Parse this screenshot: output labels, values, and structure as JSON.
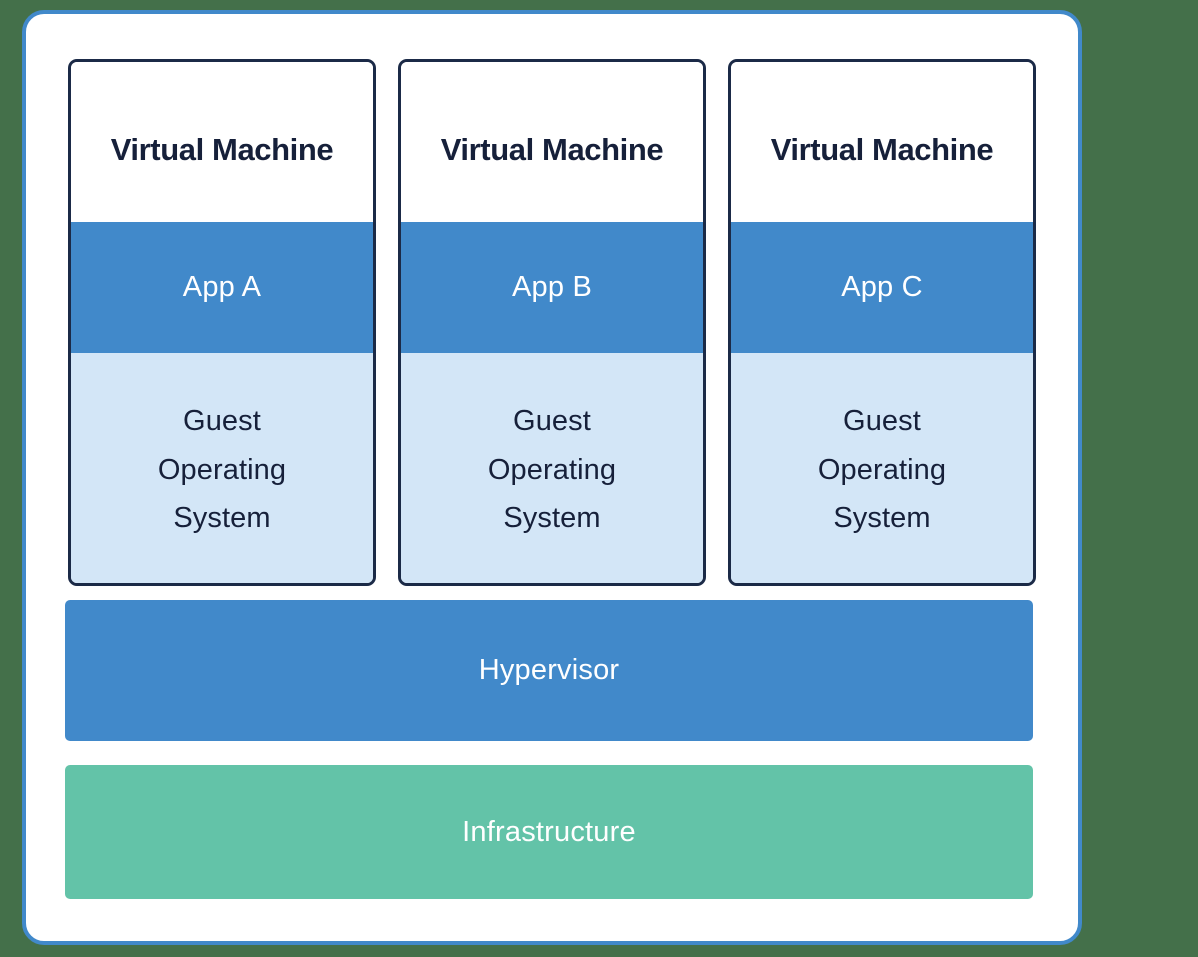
{
  "diagram": {
    "type": "virtualization-architecture-stack",
    "canvas": {
      "background_color": "#44704a"
    },
    "panel": {
      "background_color": "#ffffff",
      "border_color": "#4189ca"
    },
    "vm_cards": [
      {
        "title": "Virtual Machine",
        "app_label": "App A",
        "guest_os_label": "Guest\nOperating\nSystem",
        "guest_os_lines": [
          "Guest",
          "Operating",
          "System"
        ],
        "app_color": "#4189ca",
        "guest_color": "#d3e6f7",
        "border_color": "#1b2a47"
      },
      {
        "title": "Virtual Machine",
        "app_label": "App B",
        "guest_os_label": "Guest\nOperating\nSystem",
        "guest_os_lines": [
          "Guest",
          "Operating",
          "System"
        ],
        "app_color": "#4189ca",
        "guest_color": "#d3e6f7",
        "border_color": "#1b2a47"
      },
      {
        "title": "Virtual Machine",
        "app_label": "App C",
        "guest_os_label": "Guest\nOperating\nSystem",
        "guest_os_lines": [
          "Guest",
          "Operating",
          "System"
        ],
        "app_color": "#4189ca",
        "guest_color": "#d3e6f7",
        "border_color": "#1b2a47"
      }
    ],
    "layers": [
      {
        "label": "Hypervisor",
        "color": "#4189ca",
        "text_color": "#ffffff"
      },
      {
        "label": "Infrastructure",
        "color": "#63c3a8",
        "text_color": "#ffffff"
      }
    ]
  }
}
